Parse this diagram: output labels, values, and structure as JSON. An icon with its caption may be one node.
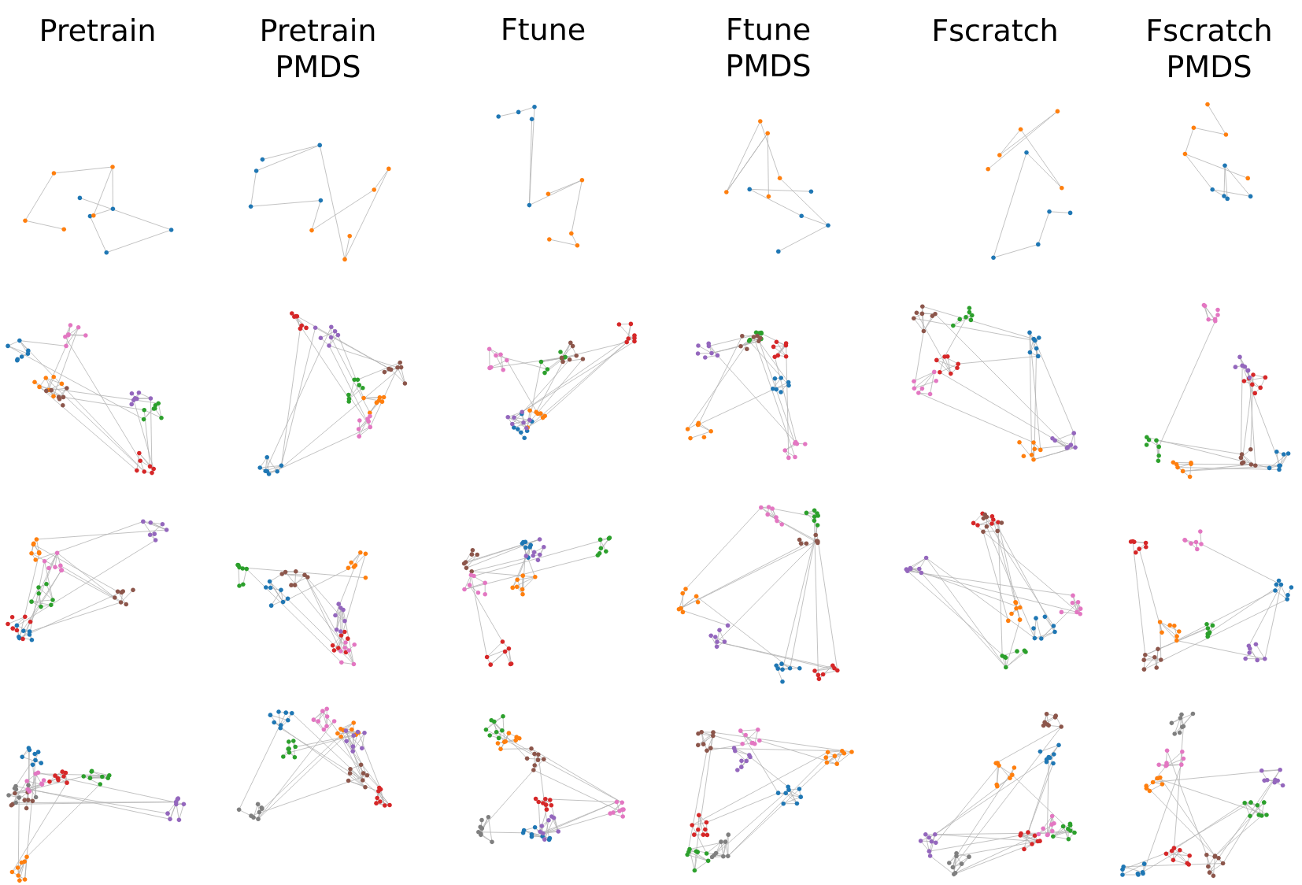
{
  "diagram": {
    "labels": [
      "Pretrain",
      "Pretrain PMDS",
      "Ftune",
      "Ftune PMDS",
      "Fscratch",
      "Fscratch PMDS"
    ]
  }
}
